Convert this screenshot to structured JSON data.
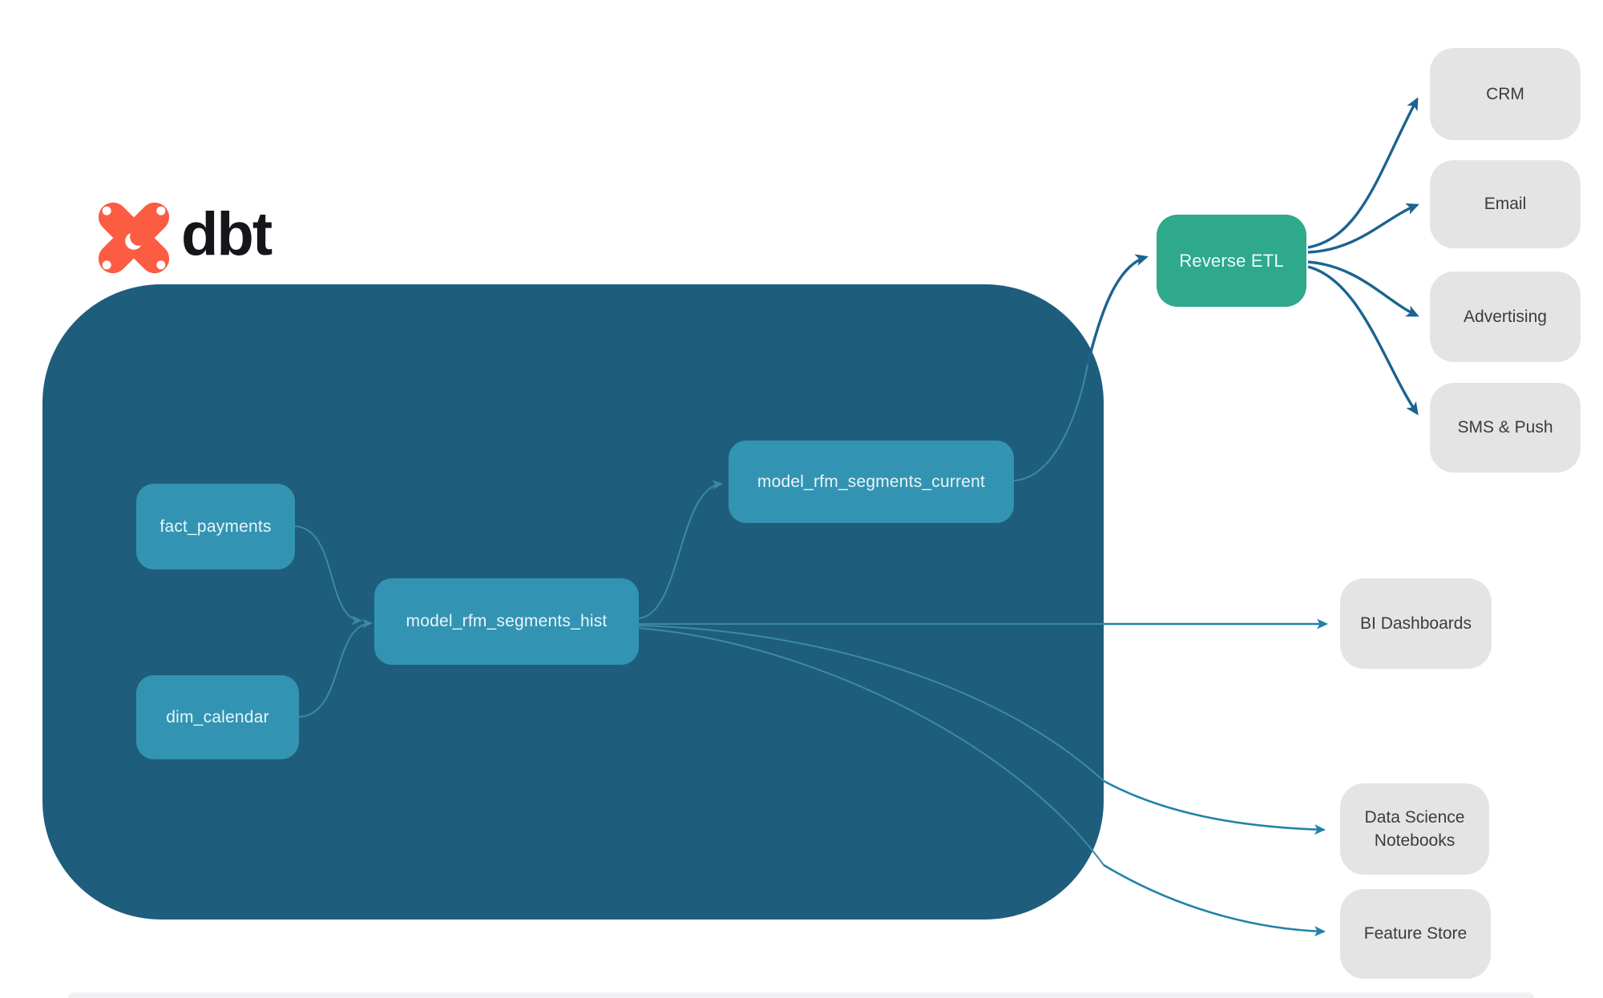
{
  "logo": {
    "brand": "dbt"
  },
  "pipeline": {
    "nodes": {
      "fact_payments": {
        "label": "fact_payments"
      },
      "dim_calendar": {
        "label": "dim_calendar"
      },
      "model_rfm_segments_hist": {
        "label": "model_rfm_segments_hist"
      },
      "model_rfm_segments_current": {
        "label": "model_rfm_segments_current"
      }
    }
  },
  "reverse_etl": {
    "label": "Reverse ETL"
  },
  "destinations": [
    {
      "label": "CRM"
    },
    {
      "label": "Email"
    },
    {
      "label": "Advertising"
    },
    {
      "label": "SMS & Push"
    }
  ],
  "outputs": [
    {
      "label": "BI Dashboards"
    },
    {
      "label": "Data Science Notebooks"
    },
    {
      "label": "Feature Store"
    }
  ],
  "edges": [
    {
      "from": "fact_payments",
      "to": "model_rfm_segments_hist"
    },
    {
      "from": "dim_calendar",
      "to": "model_rfm_segments_hist"
    },
    {
      "from": "model_rfm_segments_hist",
      "to": "model_rfm_segments_current"
    },
    {
      "from": "model_rfm_segments_current",
      "to": "Reverse ETL"
    },
    {
      "from": "Reverse ETL",
      "to": "CRM"
    },
    {
      "from": "Reverse ETL",
      "to": "Email"
    },
    {
      "from": "Reverse ETL",
      "to": "Advertising"
    },
    {
      "from": "Reverse ETL",
      "to": "SMS & Push"
    },
    {
      "from": "model_rfm_segments_hist",
      "to": "BI Dashboards"
    },
    {
      "from": "model_rfm_segments_hist",
      "to": "Data Science Notebooks"
    },
    {
      "from": "model_rfm_segments_hist",
      "to": "Feature Store"
    }
  ],
  "colors": {
    "warehouse_bg": "#1F5D7D",
    "model_node": "#3294B2",
    "reverse_etl": "#2EA98C",
    "destination_bg": "#E4E4E5",
    "inner_edge": "#3B8AA6",
    "arrow_dark": "#1B6390",
    "arrow_teal": "#2282A9",
    "logo_orange": "#FB5C42"
  }
}
